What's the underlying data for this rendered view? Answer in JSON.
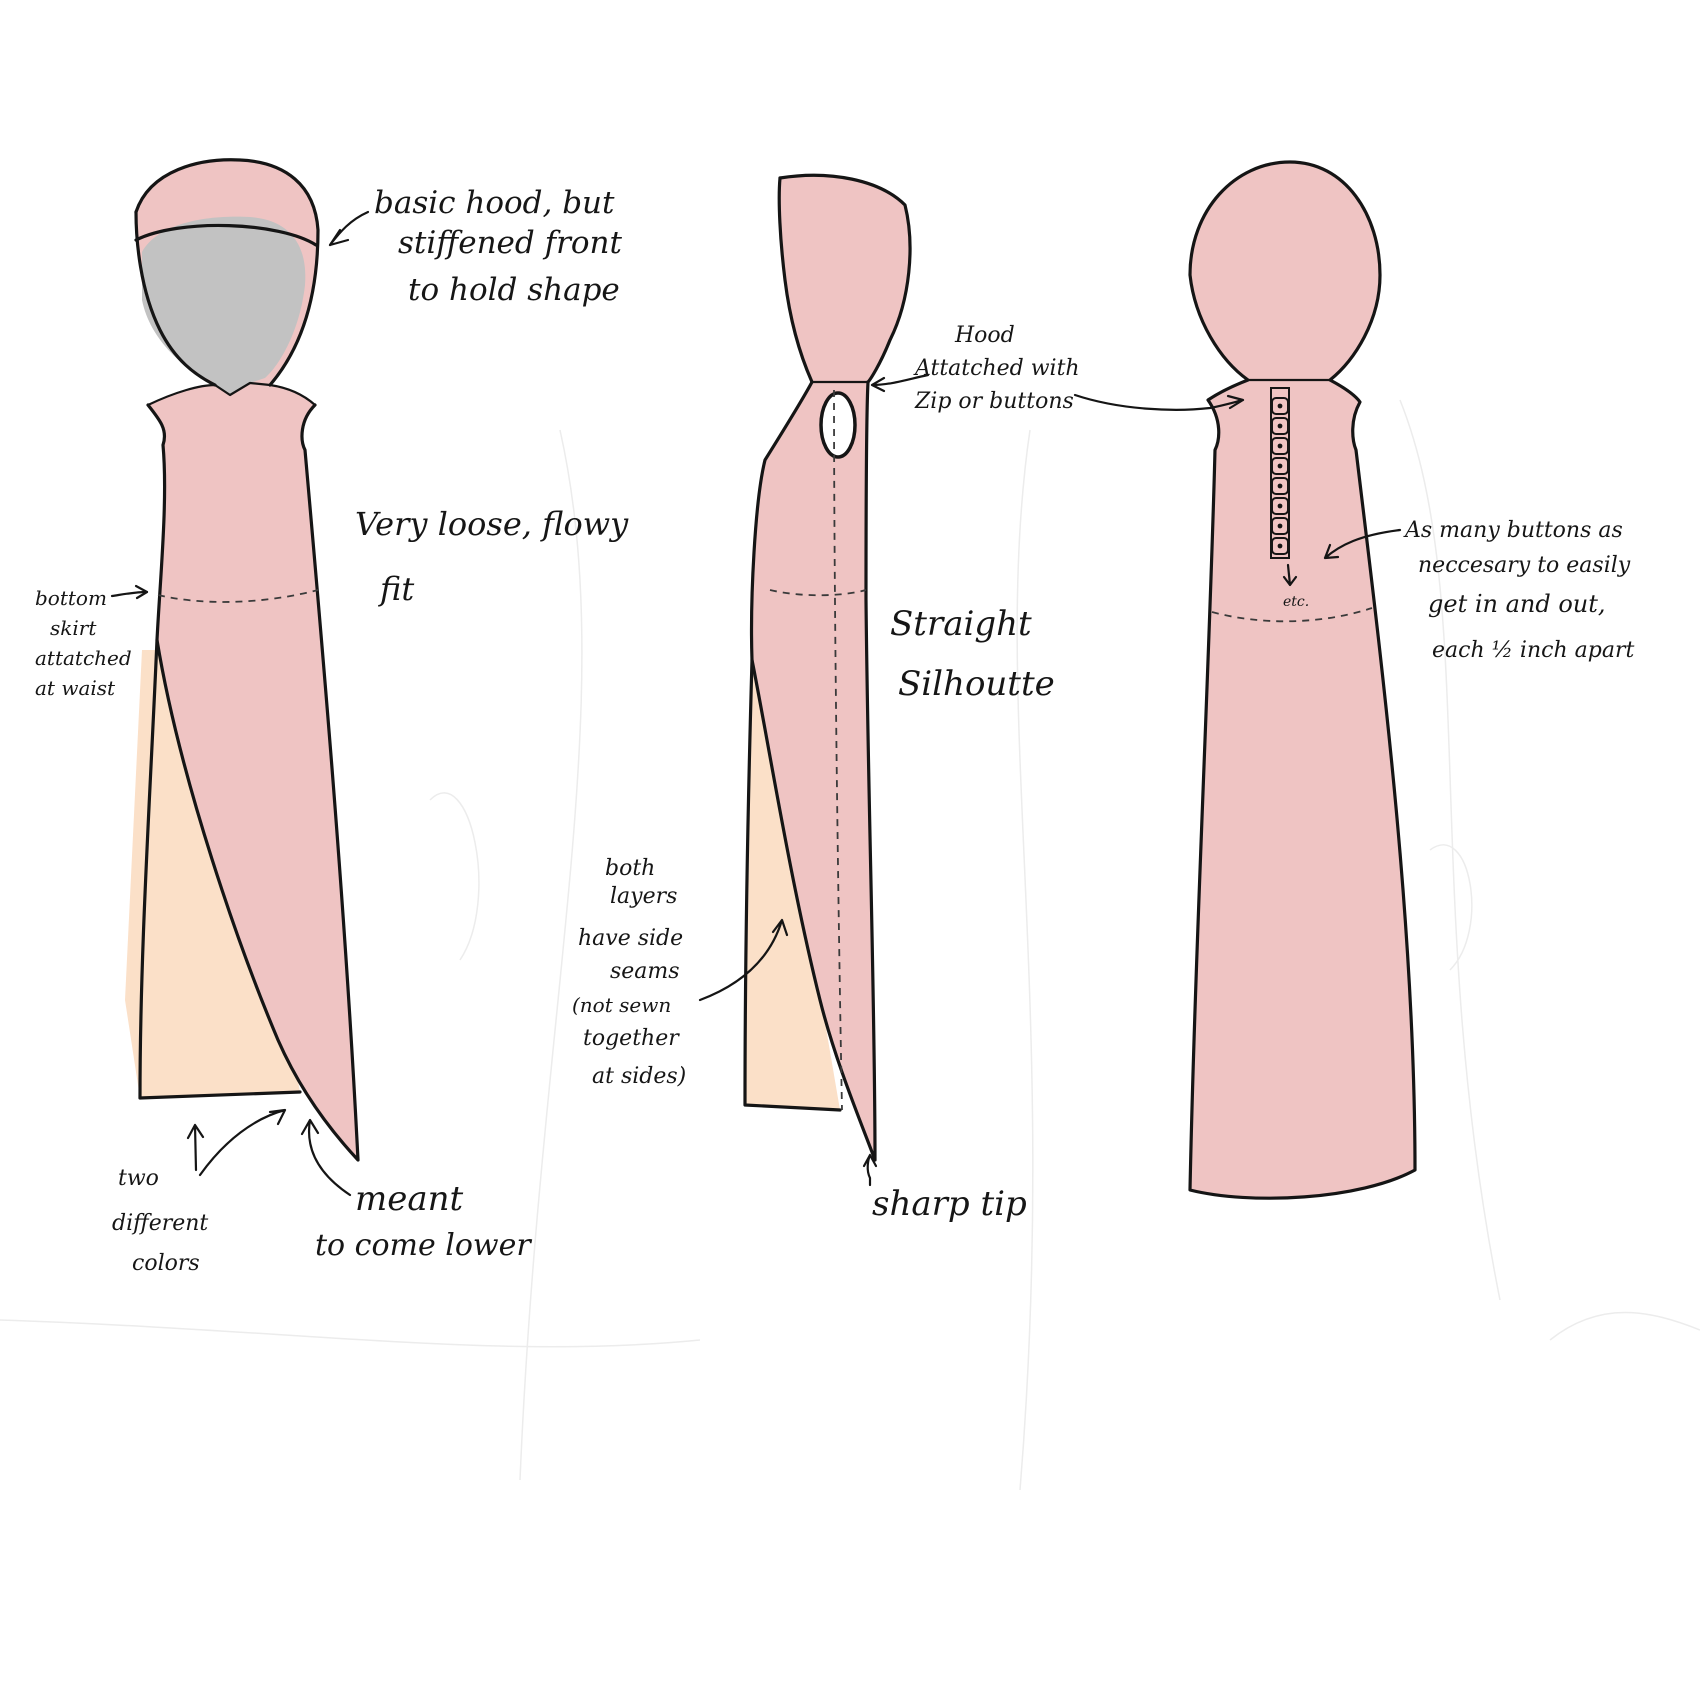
{
  "colors": {
    "dress_pink": "#efc4c3",
    "under_layer_peach": "#fbe0c8",
    "face_gray": "#c2c2c2",
    "ink": "#151515"
  },
  "icons": {
    "arrow": "arrow-icon",
    "button": "button-icon"
  },
  "notes": {
    "hood": [
      "basic hood, but",
      "stiffened front",
      "to hold shape"
    ],
    "fit": [
      "Very loose, flowy",
      "fit"
    ],
    "bottom_skirt": [
      "bottom",
      "skirt",
      "attatched",
      "at waist"
    ],
    "colors": [
      "two",
      "different",
      "colors"
    ],
    "lower": [
      "meant",
      "to come lower"
    ],
    "hood_attach": [
      "Hood",
      "Attatched with",
      "Zip or buttons"
    ],
    "silhouette": [
      "Straight",
      "Silhoutte"
    ],
    "layers": [
      "both",
      "layers",
      "have side",
      "seams",
      "(not sewn",
      "together",
      "at sides)"
    ],
    "tip": "sharp tip",
    "buttons": [
      "As many buttons as",
      "neccesary to easily",
      "get in and out,",
      "each ½ inch apart"
    ],
    "etc": "etc."
  }
}
